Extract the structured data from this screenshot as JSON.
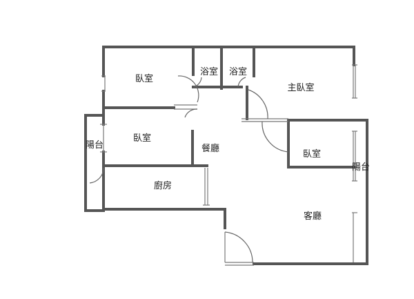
{
  "rooms": {
    "bedroom_nw": "臥室",
    "bath_1": "浴室",
    "bath_2": "浴室",
    "master_bedroom": "主臥室",
    "bedroom_w": "臥室",
    "dining": "餐廳",
    "balcony_w": "陽台",
    "kitchen": "廚房",
    "bedroom_e": "臥室",
    "balcony_e": "陽台",
    "living": "客廳"
  }
}
